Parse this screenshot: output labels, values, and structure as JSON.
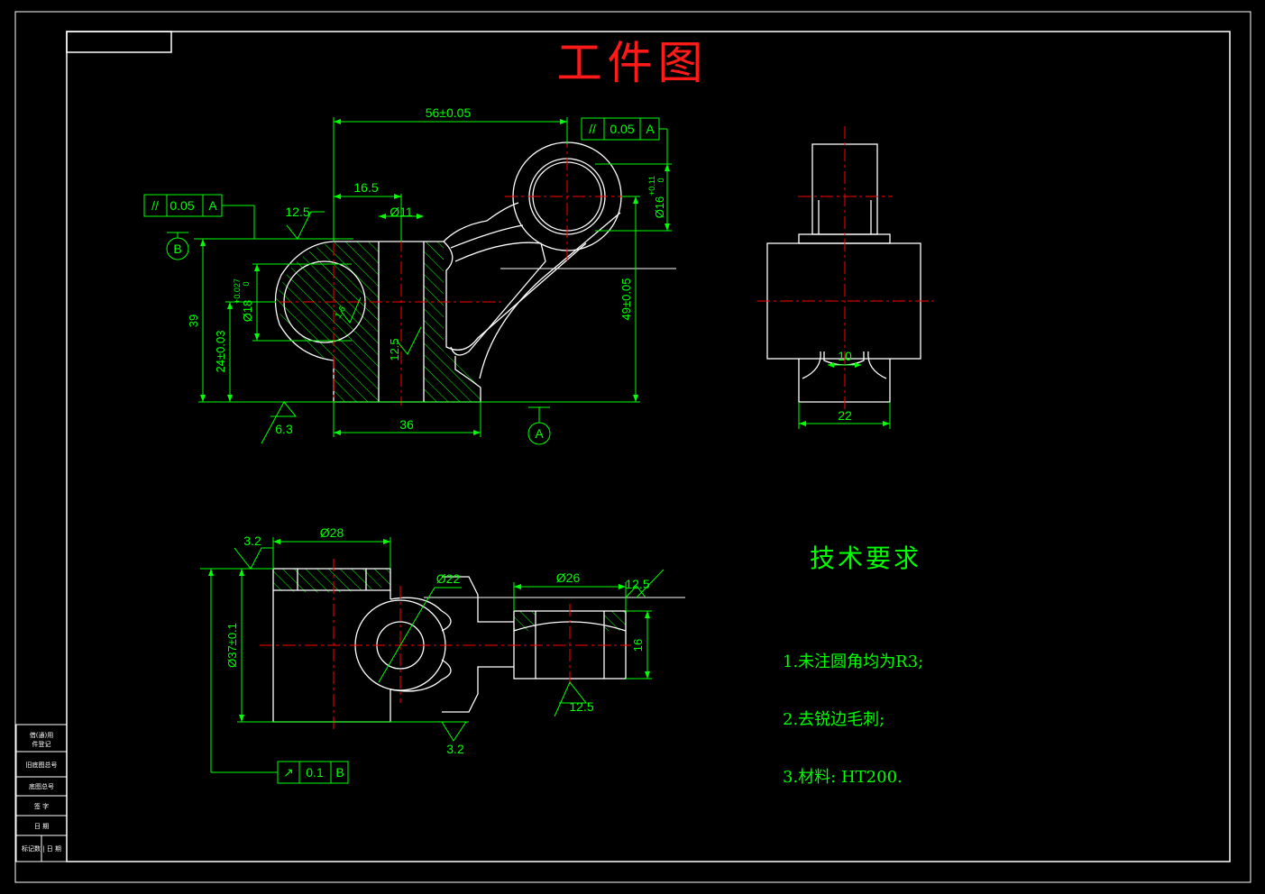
{
  "drawing": {
    "title": "工件图",
    "colors": {
      "background": "#000000",
      "outline": "#ffffff",
      "dimension": "#00ff00",
      "centerline": "#ff0000",
      "title": "#ff1a1a"
    },
    "front_view": {
      "dim_56": "56±0.05",
      "dim_16_5": "16.5",
      "dim_phi11": "Ø11",
      "dim_36": "36",
      "dim_39": "39",
      "dim_24": "24±0.03",
      "dim_phi18": "Ø18",
      "dim_phi18_tol": "+0.027",
      "dim_phi18_tol0": "0",
      "dim_49": "49±0.05",
      "dim_phi16": "Ø16",
      "dim_phi16_tol": "+0.11",
      "dim_phi16_tol0": "0",
      "rough_12_5_top": "12.5",
      "rough_12_5_mid": "12.5",
      "rough_6_3": "6.3",
      "rough_angle": "1.6",
      "fcf1_sym": "//",
      "fcf1_val": "0.05",
      "fcf1_ref": "A",
      "fcf2_sym": "//",
      "fcf2_val": "0.05",
      "fcf2_ref": "A",
      "datum_b": "B",
      "datum_a": "A"
    },
    "side_view": {
      "dim_10": "10",
      "dim_22": "22"
    },
    "top_view": {
      "dim_phi28": "Ø28",
      "dim_phi22": "Ø22",
      "dim_phi26": "Ø26",
      "dim_16": "16",
      "dim_37": "Ø37±0.1",
      "rough_3_2_top": "3.2",
      "rough_3_2_bot": "3.2",
      "rough_12_5_top": "12.5",
      "rough_12_5_bot": "12.5",
      "fcf_sym": "↗",
      "fcf_val": "0.1",
      "fcf_ref": "B"
    },
    "tech_requirements": {
      "title": "技术要求",
      "items": [
        "1.未注圆角均为R3;",
        "2.去锐边毛刺;",
        "3.材料: HT200."
      ]
    },
    "sidebar_table": [
      "借(通)用",
      "件登记",
      "旧底图总号",
      "底图总号",
      "签 字",
      "日 期",
      "标记数 | 日 期"
    ]
  }
}
